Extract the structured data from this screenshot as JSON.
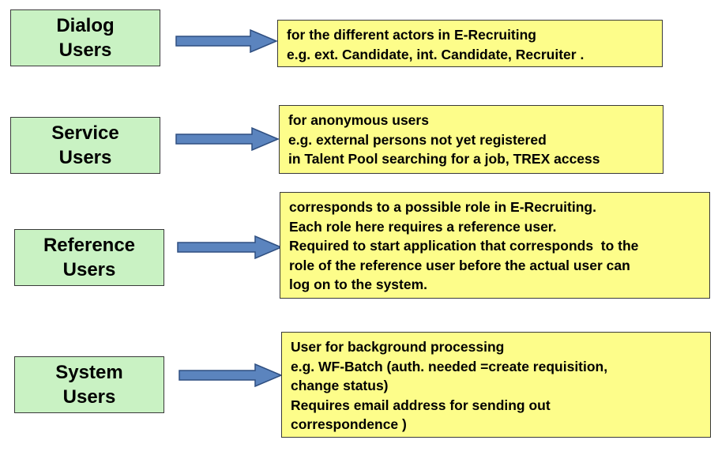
{
  "rows": [
    {
      "label": [
        "Dialog",
        "Users"
      ],
      "description": [
        "for the different actors in E-Recruiting",
        "e.g. ext. Candidate, int. Candidate, Recruiter ."
      ]
    },
    {
      "label": [
        "Service",
        "Users"
      ],
      "description": [
        "for anonymous users",
        "e.g. external persons not yet registered",
        "in Talent Pool searching for a job, TREX access"
      ]
    },
    {
      "label": [
        "Reference",
        "Users"
      ],
      "description": [
        "corresponds to a possible role in E-Recruiting.",
        "Each role here requires a reference user.",
        "Required to start application that corresponds  to the",
        "role of the reference user before the actual user can",
        "log on to the system."
      ]
    },
    {
      "label": [
        "System",
        "Users"
      ],
      "description": [
        "User for background processing",
        "e.g. WF-Batch (auth. needed =create requisition,",
        "change status)",
        "Requires email address for sending out",
        "correspondence )"
      ]
    }
  ],
  "colors": {
    "label_fill": "#c9f2c3",
    "desc_fill": "#fdfd8a",
    "arrow_fill": "#5b84be",
    "arrow_stroke": "#2f4f80"
  }
}
